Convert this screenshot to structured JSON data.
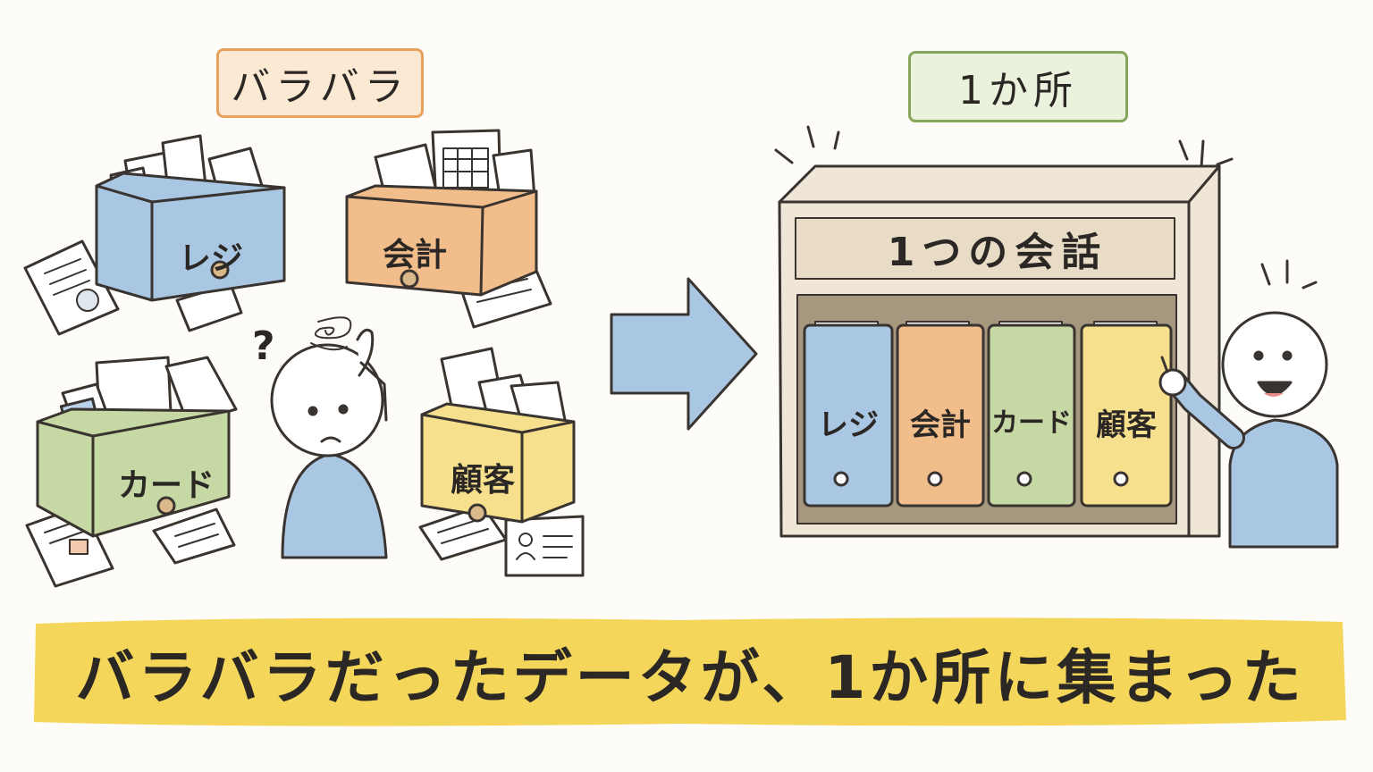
{
  "labels": {
    "scattered": "バラバラ",
    "one_place": "1か所",
    "shelf_title": "1つの会話",
    "question_mark": "?",
    "caption": "バラバラだったデータが、1か所に集まった"
  },
  "boxes": [
    {
      "label": "レジ",
      "color": "#a9c7e3"
    },
    {
      "label": "会計",
      "color": "#f1bd8a"
    },
    {
      "label": "カード",
      "color": "#c6d9a4"
    },
    {
      "label": "顧客",
      "color": "#f6e08e"
    }
  ],
  "binders": [
    {
      "label": "レジ",
      "color": "#a9c7e3"
    },
    {
      "label": "会計",
      "color": "#f1bd8a"
    },
    {
      "label": "カード",
      "color": "#c6d9a4"
    },
    {
      "label": "顧客",
      "color": "#f6e08e"
    }
  ],
  "colors": {
    "caption_band": "#f4d65a",
    "arrow": "#a9c7e3",
    "person": "#a9c7e3",
    "shelf": "#efe6d8",
    "outline": "#3a3430"
  }
}
